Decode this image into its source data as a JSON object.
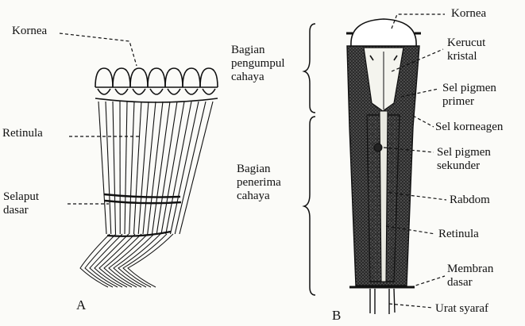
{
  "panel_a": {
    "letter": "A",
    "labels": {
      "kornea": "Kornea",
      "retinula": "Retinula",
      "selaput_dasar": "Selaput\ndasar"
    }
  },
  "panel_b": {
    "letter": "B",
    "brackets": {
      "pengumpul": "Bagian\npengumpul\ncahaya",
      "penerima": "Bagian\npenerima\ncahaya"
    },
    "labels": {
      "kornea": "Kornea",
      "kerucut_kristal": "Kerucut\nkristal",
      "sel_pigmen_primer": "Sel pigmen\nprimer",
      "sel_korneagen": "Sel korneagen",
      "sel_pigmen_sekunder": "Sel pigmen\nsekunder",
      "rabdom": "Rabdom",
      "retinula": "Retinula",
      "membran_dasar": "Membran\ndasar",
      "urat_syaraf": "Urat syaraf"
    }
  }
}
